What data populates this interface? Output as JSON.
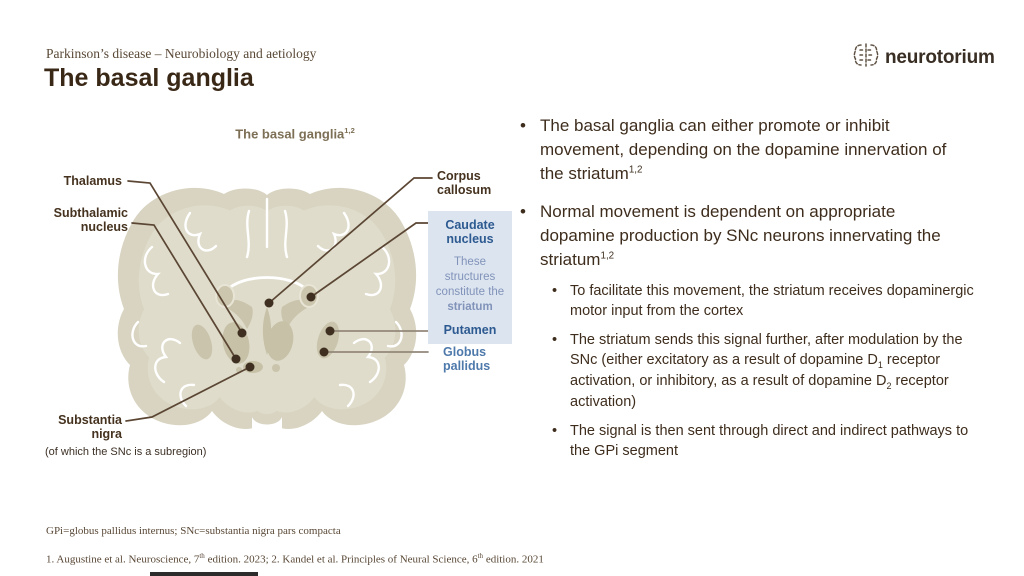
{
  "header": {
    "breadcrumb": "Parkinson’s disease – Neurobiology and aetiology",
    "title": "The basal ganglia",
    "logo_text": "neurotorium"
  },
  "diagram": {
    "title": "The basal ganglia",
    "title_sup": "1,2",
    "labels": {
      "thalamus": "Thalamus",
      "subthalamic_nucleus": "Subthalamic nucleus",
      "substantia_nigra": "Substantia nigra",
      "substantia_note": "(of which the SNc is a subregion)",
      "corpus_callosum": "Corpus callosum",
      "caudate_nucleus": "Caudate nucleus",
      "striatum_note": "These structures constitute the",
      "striatum_word": "striatum",
      "putamen": "Putamen",
      "globus_pallidus": "Globus pallidus"
    }
  },
  "content": {
    "bullets": [
      {
        "text": "The basal ganglia can either promote or inhibit movement, depending on the dopamine innervation of the striatum",
        "sup": "1,2"
      },
      {
        "text": "Normal movement is dependent on appropriate dopamine production by SNc neurons innervating the striatum",
        "sup": "1,2"
      }
    ],
    "subbullets": [
      {
        "text": "To facilitate this movement, the striatum receives dopaminergic motor input from the cortex"
      },
      {
        "part1": "The striatum sends this signal further, after modulation by the SNc (either excitatory as a result of dopamine D",
        "sub1": "1",
        "part2": " receptor activation, or inhibitory, as a result of dopamine D",
        "sub2": "2",
        "part3": " receptor activation)"
      },
      {
        "text": "The signal is then sent through direct and indirect pathways to the GPi segment"
      }
    ]
  },
  "footer": {
    "abbreviations": "GPi=globus pallidus internus; SNc=substantia nigra pars compacta",
    "ref_p1": "1. Augustine et al. Neuroscience, 7",
    "ref_s1": "th",
    "ref_p2": " edition. 2023; 2. Kandel et al. Principles of Neural Science, 6",
    "ref_s2": "th",
    "ref_p3": " edition. 2021"
  },
  "colors": {
    "title_brown": "#3a2817",
    "body_brown": "#3e2d1d",
    "label_brown": "#45321f",
    "diagram_olive_title": "#7c6f55",
    "blue_label": "#2d5a90",
    "blue_soft": "#8193b9",
    "blue_globus": "#4e79ab",
    "box_bg": "#dce4f0",
    "brain_cortex": "#d8d4c1",
    "brain_inner": "#dfdccb",
    "brain_nuclei": "#c6c1a7"
  }
}
